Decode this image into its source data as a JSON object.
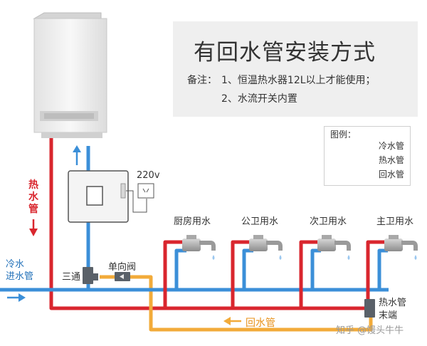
{
  "title": "有回水管安装方式",
  "notes": {
    "prefix": "备注：",
    "line1": "1、恒温热水器12L以上才能使用；",
    "line2": "2、水流开关内置"
  },
  "legend": {
    "title": "图例：",
    "items": [
      {
        "label": "冷水管",
        "color": "#3b8fd8"
      },
      {
        "label": "热水管",
        "color": "#d9262e"
      },
      {
        "label": "回水管",
        "color": "#f2ab3a"
      }
    ]
  },
  "labels": {
    "hot_water_vertical": "热水管",
    "cold_inlet_line1": "冷水",
    "cold_inlet_line2": "进水管",
    "tee": "三通",
    "check_valve": "单向阀",
    "voltage": "220v",
    "return_pipe": "回水管",
    "hot_end_line1": "热水管",
    "hot_end_line2": "末端"
  },
  "outlets": [
    "厨房用水",
    "公卫用水",
    "次卫用水",
    "主卫用水"
  ],
  "watermark": "知乎 @馒头牛牛",
  "colors": {
    "cold": "#3b8fd8",
    "hot": "#d9262e",
    "return": "#f2ab3a",
    "appliance": "#f4f4f4",
    "outline": "#555555"
  }
}
